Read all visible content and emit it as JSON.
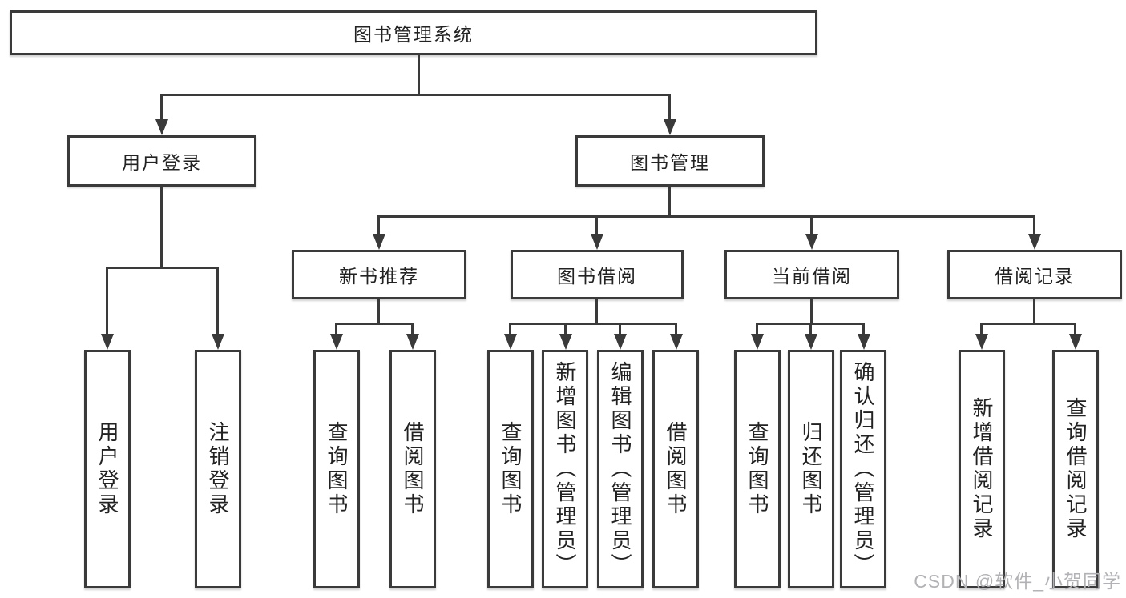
{
  "diagram": {
    "root": {
      "label": "图书管理系统"
    },
    "level1": [
      {
        "label": "用户登录"
      },
      {
        "label": "图书管理"
      }
    ],
    "level2": [
      {
        "label": "新书推荐"
      },
      {
        "label": "图书借阅"
      },
      {
        "label": "当前借阅"
      },
      {
        "label": "借阅记录"
      }
    ],
    "leaves": {
      "user_login": [
        {
          "label": "用户登录"
        },
        {
          "label": "注销登录"
        }
      ],
      "new_books": [
        {
          "label": "查询图书"
        },
        {
          "label": "借阅图书"
        }
      ],
      "book_borrow": [
        {
          "label": "查询图书"
        },
        {
          "label": "新增图书（管理员）"
        },
        {
          "label": "编辑图书（管理员）"
        },
        {
          "label": "借阅图书"
        }
      ],
      "current_borrow": [
        {
          "label": "查询图书"
        },
        {
          "label": "归还图书"
        },
        {
          "label": "确认归还（管理员）"
        }
      ],
      "borrow_records": [
        {
          "label": "新增借阅记录"
        },
        {
          "label": "查询借阅记录"
        }
      ]
    }
  },
  "watermark": {
    "text": "CSDN @软件_小贺同学"
  },
  "colors": {
    "line": "#3a3a3a",
    "text": "#222222",
    "watermark": "#b2b2b6",
    "background": "#ffffff"
  }
}
